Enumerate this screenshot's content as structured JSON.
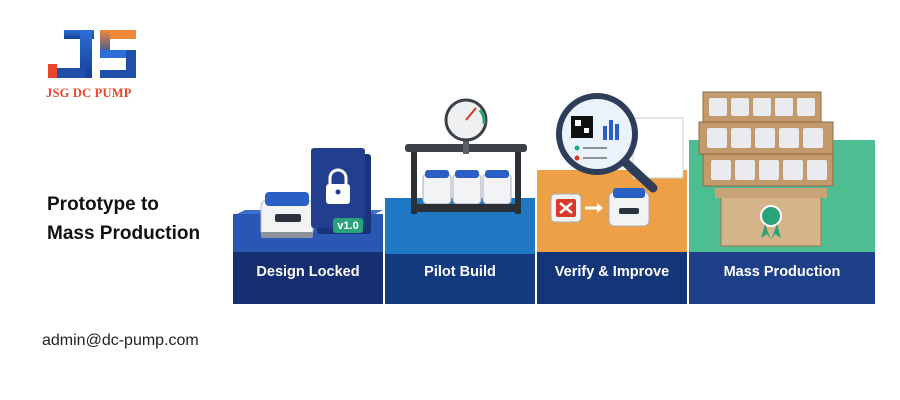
{
  "brand": {
    "logo_letters": "JS",
    "name": "JSG DC PUMP",
    "colors": {
      "blue": "#1f4fa8",
      "orange": "#e8452a"
    }
  },
  "headline": {
    "line1": "Prototype to",
    "line2": "Mass Production"
  },
  "contact": {
    "email": "admin@dc-pump.com"
  },
  "stages": [
    {
      "label": "Design Locked",
      "color": "#1d3f8f",
      "icon": "lock-binder-icon",
      "badge": "v1.0"
    },
    {
      "label": "Pilot Build",
      "color": "#1a4f9e",
      "icon": "pressure-gauge-icon"
    },
    {
      "label": "Verify & Improve",
      "color": "#e58a2e",
      "icon": "magnifier-qr-icon"
    },
    {
      "label": "Mass Production",
      "color": "#1c3f88",
      "icon": "shipping-crates-icon"
    }
  ]
}
